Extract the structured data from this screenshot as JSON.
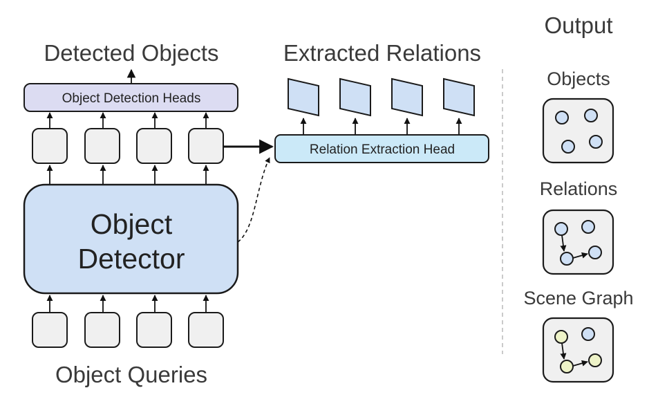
{
  "labels": {
    "detected_objects": "Detected Objects",
    "extracted_relations": "Extracted Relations",
    "object_detection_heads": "Object Detection Heads",
    "relation_extraction_head": "Relation Extraction Head",
    "object_detector_line1": "Object",
    "object_detector_line2": "Detector",
    "object_queries": "Object Queries",
    "output": "Output",
    "objects": "Objects",
    "relations": "Relations",
    "scene_graph": "Scene Graph"
  },
  "colors": {
    "detector_fill": "#cfe0f5",
    "detection_heads_fill": "#dcdcf2",
    "relation_head_fill": "#cbe9f8",
    "relation_plane_fill": "#cfe0f5",
    "node_blue": "#cfe0f5",
    "node_yellow": "#eef3c8",
    "panel_fill": "#f0f0f0"
  }
}
